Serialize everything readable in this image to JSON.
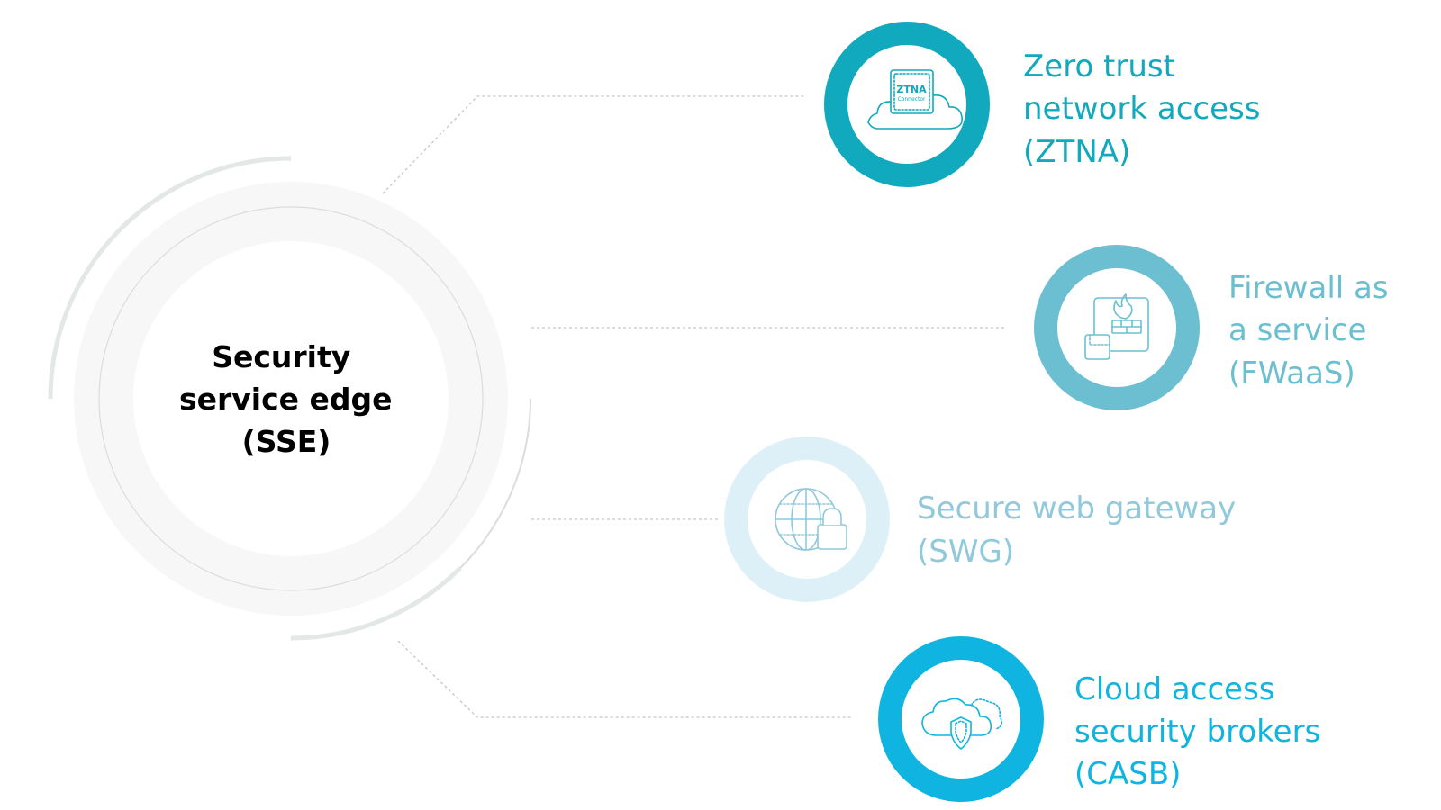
{
  "hub": {
    "lines": [
      "Security",
      "service edge",
      "(SSE)"
    ]
  },
  "ztna": {
    "label_lines": [
      "Zero trust",
      "network access",
      "(ZTNA)"
    ],
    "icon_text": [
      "ZTNA",
      "Connector"
    ],
    "color": "#10a9bd"
  },
  "fwaas": {
    "label_lines": [
      "Firewall as",
      "a service",
      "(FWaaS)"
    ],
    "color": "#6cbfd1"
  },
  "swg": {
    "label_lines": [
      "Secure web gateway",
      "(SWG)"
    ],
    "color": "#8fc9db",
    "ring_color": "#def0f7"
  },
  "casb": {
    "label_lines": [
      "Cloud access",
      "security brokers",
      "(CASB)"
    ],
    "color": "#0fb5e0"
  },
  "colors": {
    "hub_text": "#000000",
    "connector": "#bfc7c8",
    "hub_ring": "#e3e8e7"
  }
}
